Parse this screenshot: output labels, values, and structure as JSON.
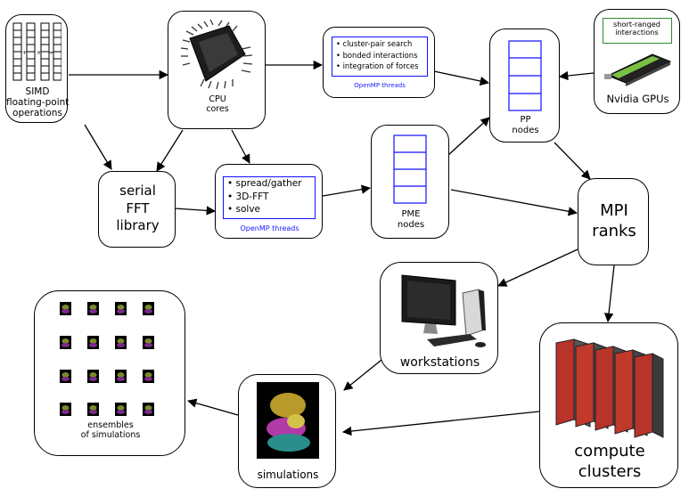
{
  "nodes": {
    "simd": {
      "label": "SIMD\nfloating-point\noperations"
    },
    "cpu": {
      "label": "CPU\ncores"
    },
    "fft": {
      "label": "serial\nFFT\nlibrary"
    },
    "pp_threads": {
      "items": [
        "cluster-pair search",
        "bonded interactions",
        "integration of forces"
      ],
      "footer": "OpenMP threads"
    },
    "pme_threads": {
      "items": [
        "spread/gather",
        "3D-FFT",
        "solve"
      ],
      "footer": "OpenMP threads"
    },
    "pp_nodes": {
      "label": "PP\nnodes"
    },
    "pme_nodes": {
      "label": "PME\nnodes"
    },
    "gpu": {
      "caption": "short-ranged\ninteractions",
      "label": "Nvidia GPUs"
    },
    "mpi": {
      "label": "MPI\nranks"
    },
    "workstations": {
      "label": "workstations"
    },
    "clusters": {
      "label": "compute\nclusters"
    },
    "simulations": {
      "label": "simulations"
    },
    "ensembles": {
      "label": "ensembles\nof simulations"
    }
  },
  "colors": {
    "accent_blue": "#1010ff",
    "gpu_caption_border": "#2e8b2e",
    "rack_red": "#c0392b"
  }
}
